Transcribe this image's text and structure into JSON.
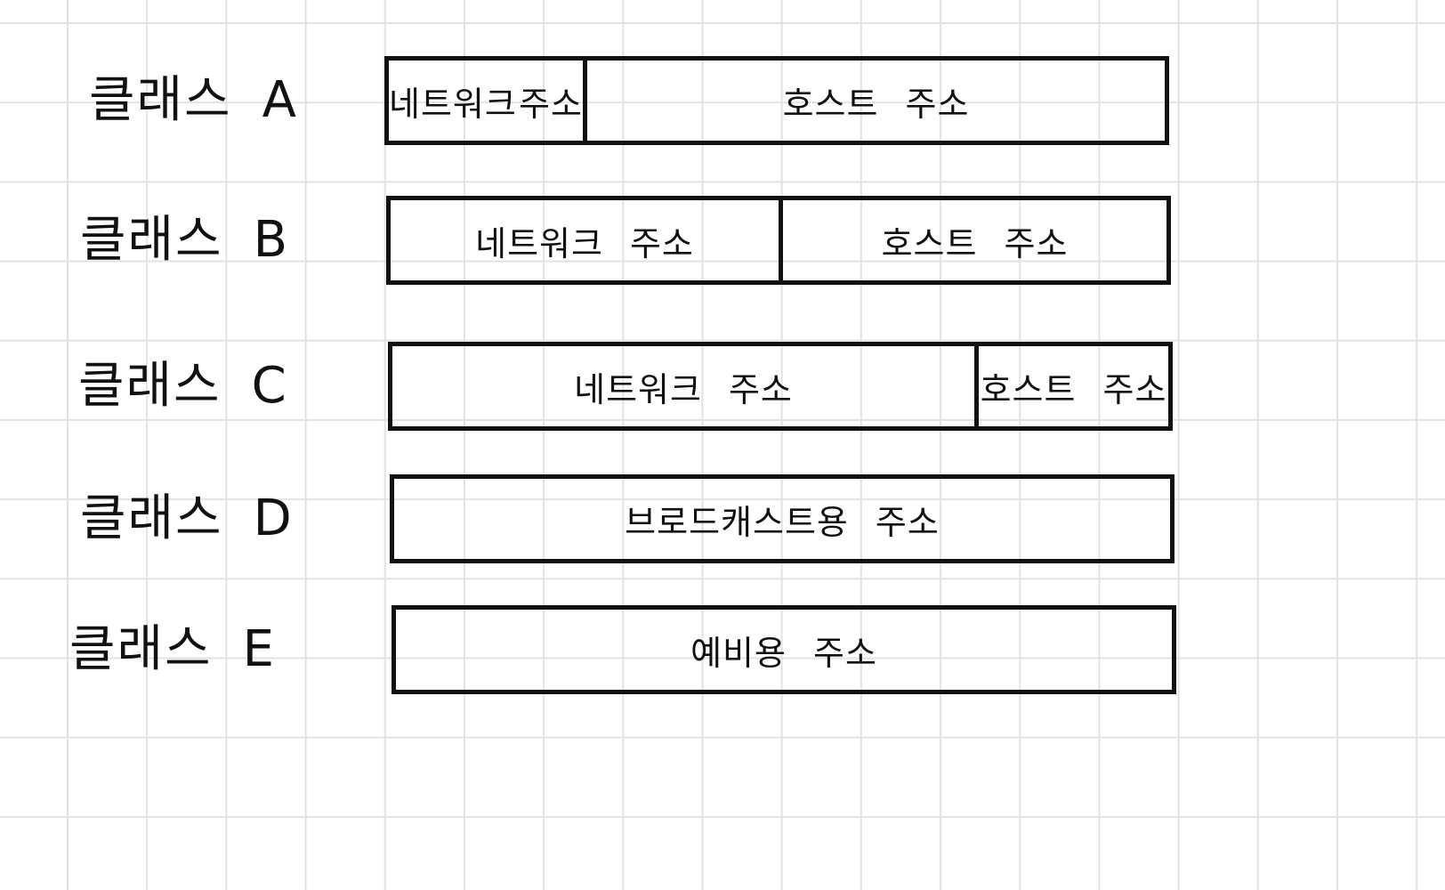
{
  "rows": [
    {
      "class_word": "클래스",
      "class_letter": "A",
      "segments": [
        {
          "word": "네트워크",
          "suffix": "주소",
          "bits_fraction": 0.25
        },
        {
          "word": "호스트",
          "suffix": "주소",
          "bits_fraction": 0.75
        }
      ]
    },
    {
      "class_word": "클래스",
      "class_letter": "B",
      "segments": [
        {
          "word": "네트워크",
          "suffix": "주소",
          "bits_fraction": 0.5
        },
        {
          "word": "호스트",
          "suffix": "주소",
          "bits_fraction": 0.5
        }
      ]
    },
    {
      "class_word": "클래스",
      "class_letter": "C",
      "segments": [
        {
          "word": "네트워크",
          "suffix": "주소",
          "bits_fraction": 0.75
        },
        {
          "word": "호스트",
          "suffix": "주소",
          "bits_fraction": 0.25
        }
      ]
    },
    {
      "class_word": "클래스",
      "class_letter": "D",
      "segments": [
        {
          "word": "브로드캐스트용",
          "suffix": "주소",
          "bits_fraction": 1.0
        }
      ]
    },
    {
      "class_word": "클래스",
      "class_letter": "E",
      "segments": [
        {
          "word": "예비용",
          "suffix": "주소",
          "bits_fraction": 1.0
        }
      ]
    }
  ]
}
